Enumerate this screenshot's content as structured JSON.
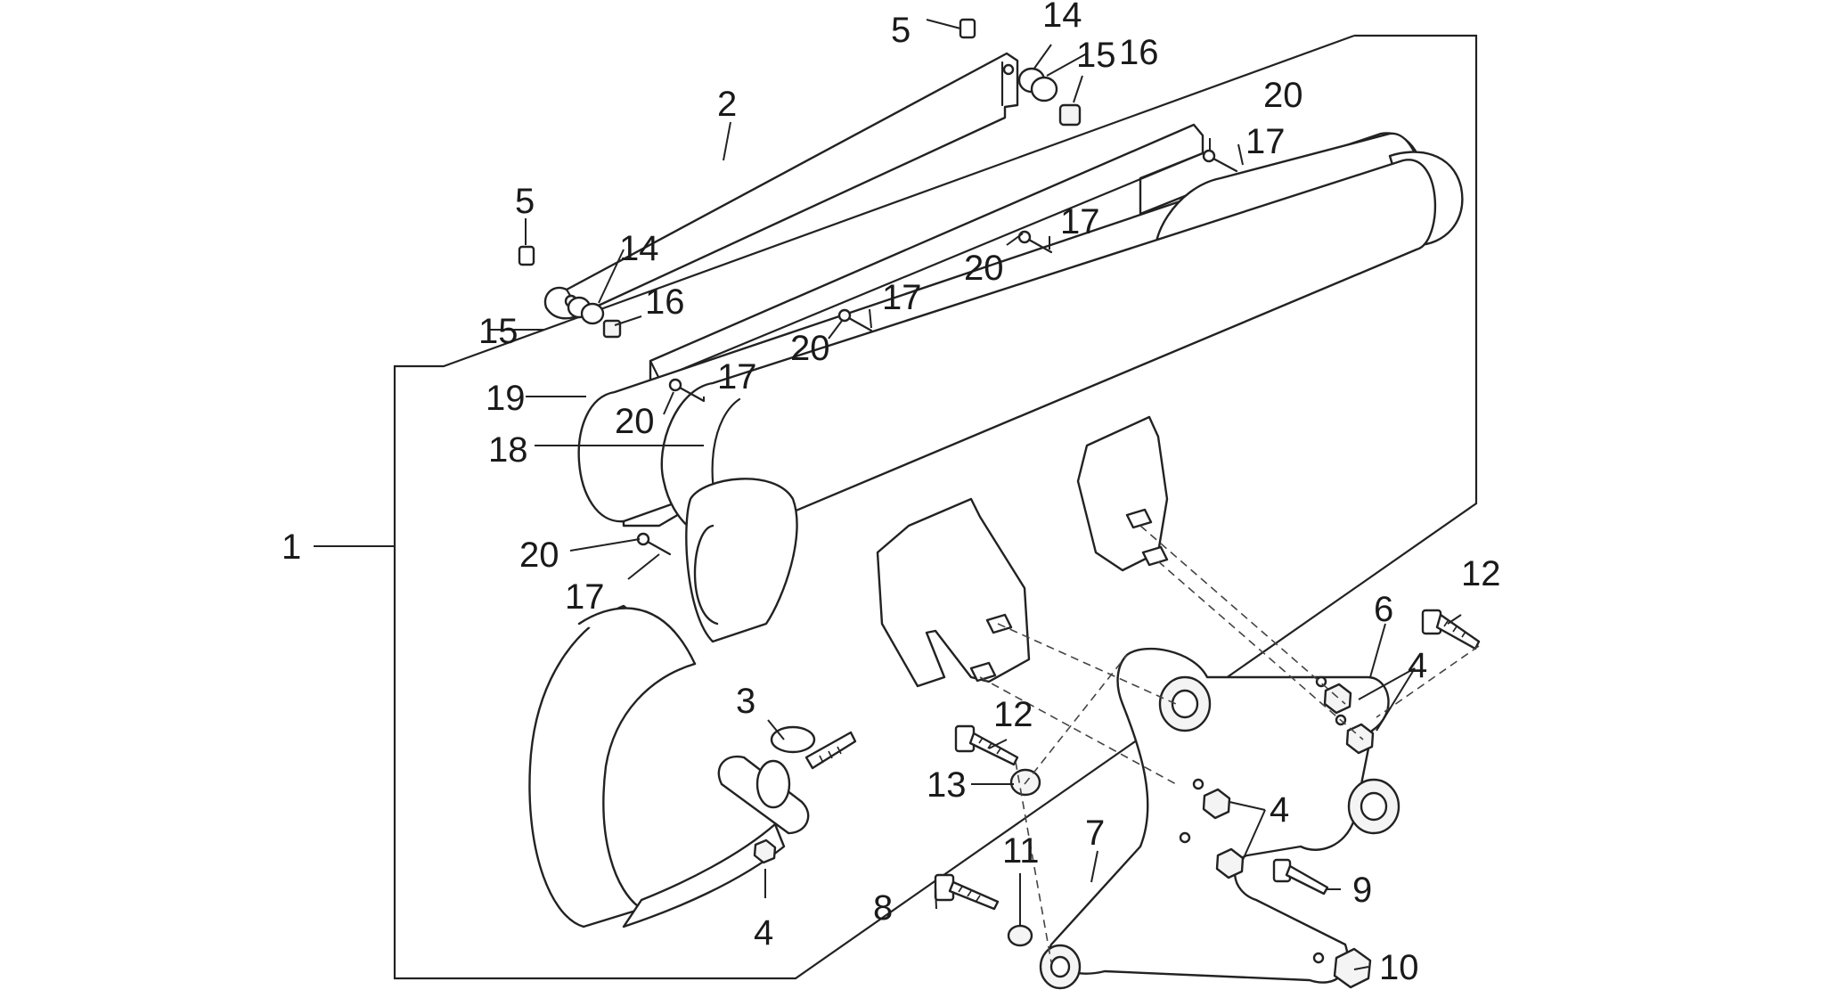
{
  "diagram": {
    "type": "exploded-parts-diagram",
    "callouts": {
      "c1": "1",
      "c2": "2",
      "c3": "3",
      "c4a": "4",
      "c4b": "4",
      "c4c": "4",
      "c5a": "5",
      "c5b": "5",
      "c6": "6",
      "c7": "7",
      "c8": "8",
      "c9": "9",
      "c10": "10",
      "c11": "11",
      "c12a": "12",
      "c12b": "12",
      "c13": "13",
      "c14a": "14",
      "c14b": "14",
      "c15a": "15",
      "c15b": "15",
      "c16a": "16",
      "c16b": "16",
      "c17a": "17",
      "c17b": "17",
      "c17c": "17",
      "c17d": "17",
      "c17e": "17",
      "c18": "18",
      "c19": "19",
      "c20a": "20",
      "c20b": "20",
      "c20c": "20",
      "c20d": "20",
      "c20e": "20"
    }
  }
}
